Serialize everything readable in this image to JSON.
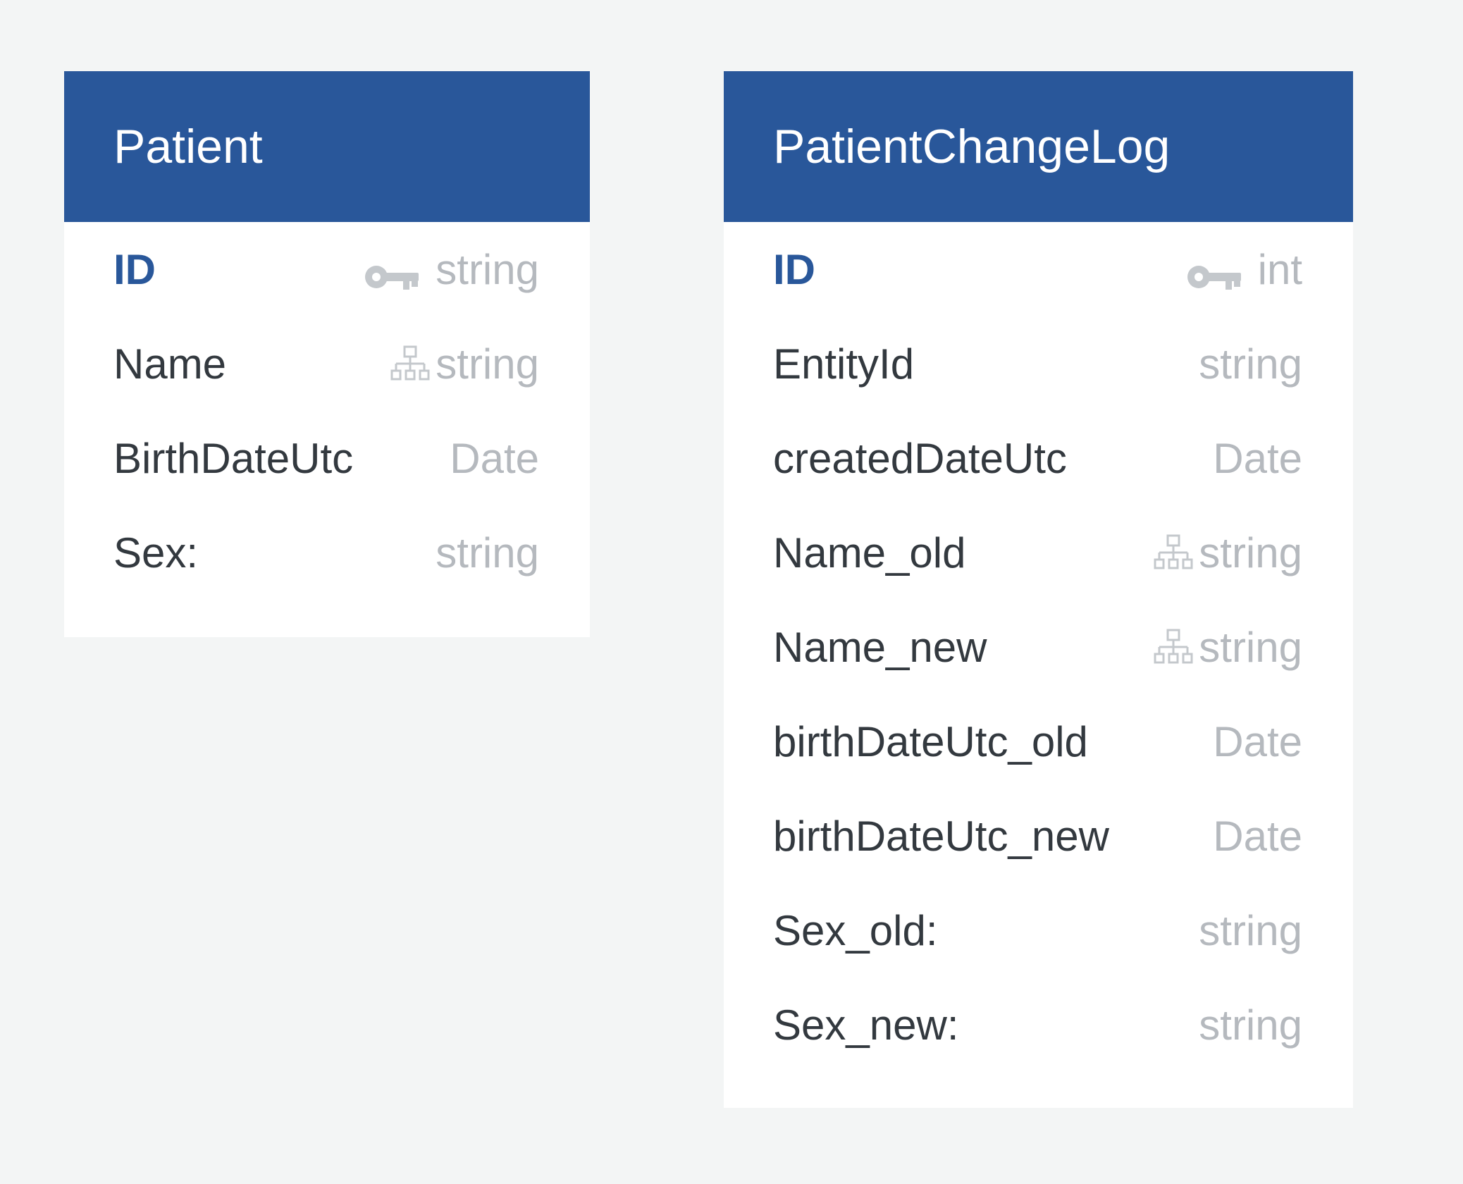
{
  "tables": [
    {
      "title": "Patient",
      "fields": [
        {
          "name": "ID",
          "type": "string",
          "primary_key": true,
          "icon": "key-icon"
        },
        {
          "name": "Name",
          "type": "string",
          "primary_key": false,
          "icon": "relation-icon"
        },
        {
          "name": "BirthDateUtc",
          "type": "Date",
          "primary_key": false,
          "icon": ""
        },
        {
          "name": "Sex:",
          "type": "string",
          "primary_key": false,
          "icon": ""
        }
      ]
    },
    {
      "title": "PatientChangeLog",
      "fields": [
        {
          "name": "ID",
          "type": "int",
          "primary_key": true,
          "icon": "key-icon"
        },
        {
          "name": "EntityId",
          "type": "string",
          "primary_key": false,
          "icon": ""
        },
        {
          "name": "createdDateUtc",
          "type": "Date",
          "primary_key": false,
          "icon": ""
        },
        {
          "name": "Name_old",
          "type": "string",
          "primary_key": false,
          "icon": "relation-icon"
        },
        {
          "name": "Name_new",
          "type": "string",
          "primary_key": false,
          "icon": "relation-icon"
        },
        {
          "name": "birthDateUtc_old",
          "type": "Date",
          "primary_key": false,
          "icon": ""
        },
        {
          "name": "birthDateUtc_new",
          "type": "Date",
          "primary_key": false,
          "icon": ""
        },
        {
          "name": "Sex_old:",
          "type": "string",
          "primary_key": false,
          "icon": ""
        },
        {
          "name": "Sex_new:",
          "type": "string",
          "primary_key": false,
          "icon": ""
        }
      ]
    }
  ],
  "colors": {
    "header": "#29579a",
    "primary_key_text": "#29579a",
    "field_text": "#33393f",
    "type_text": "#b5b9be",
    "background": "#f3f5f5"
  }
}
